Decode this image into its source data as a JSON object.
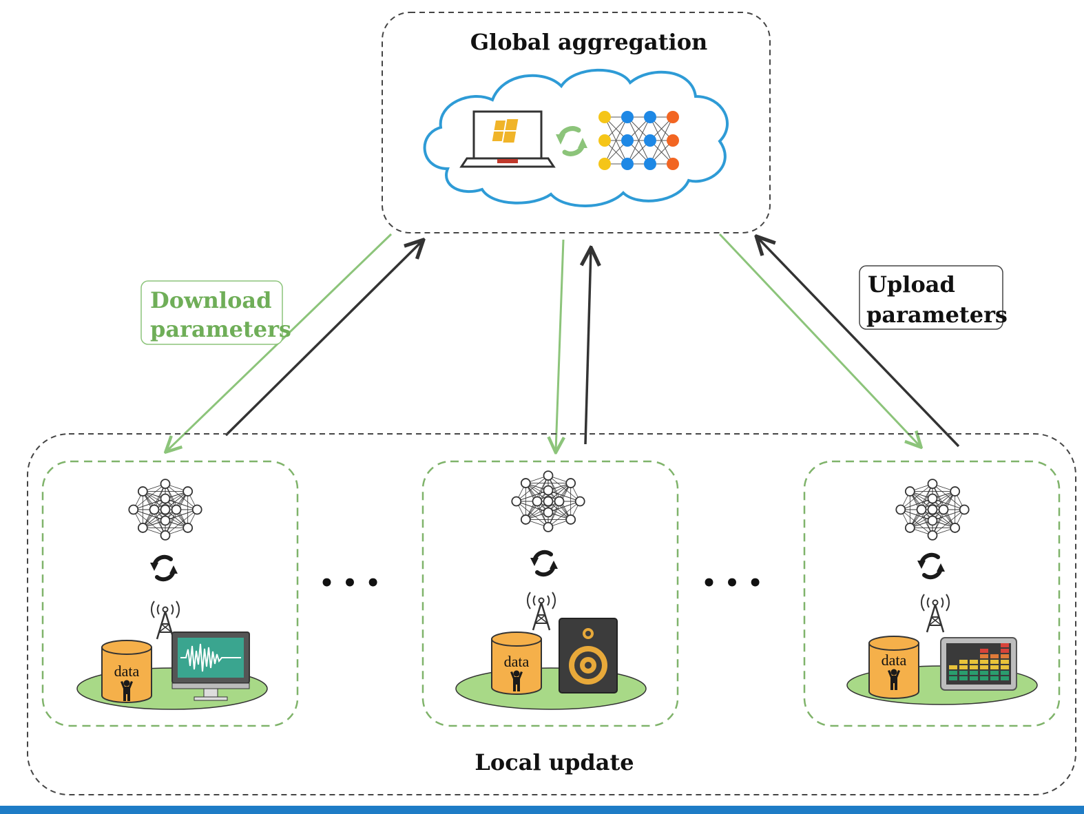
{
  "global": {
    "title": "Global aggregation"
  },
  "labels": {
    "download": [
      "Download",
      "parameters"
    ],
    "upload": [
      "Upload",
      "parameters"
    ],
    "local_update": "Local update",
    "ellipsis": "• • •"
  },
  "clients": [
    {
      "data_label": "data",
      "device": "audio-monitor-icon"
    },
    {
      "data_label": "data",
      "device": "speaker-icon"
    },
    {
      "data_label": "data",
      "device": "equalizer-display-icon"
    }
  ],
  "colors": {
    "download_green": "#8cc47a",
    "upload_dark": "#333333",
    "cloud_blue": "#2e9bd6",
    "dashed_black": "#444444",
    "dashed_green": "#7fb36a",
    "data_cylinder": "#f5b04a",
    "ground_green": "#a8d987",
    "bottom_bar": "#1e7cc6"
  }
}
